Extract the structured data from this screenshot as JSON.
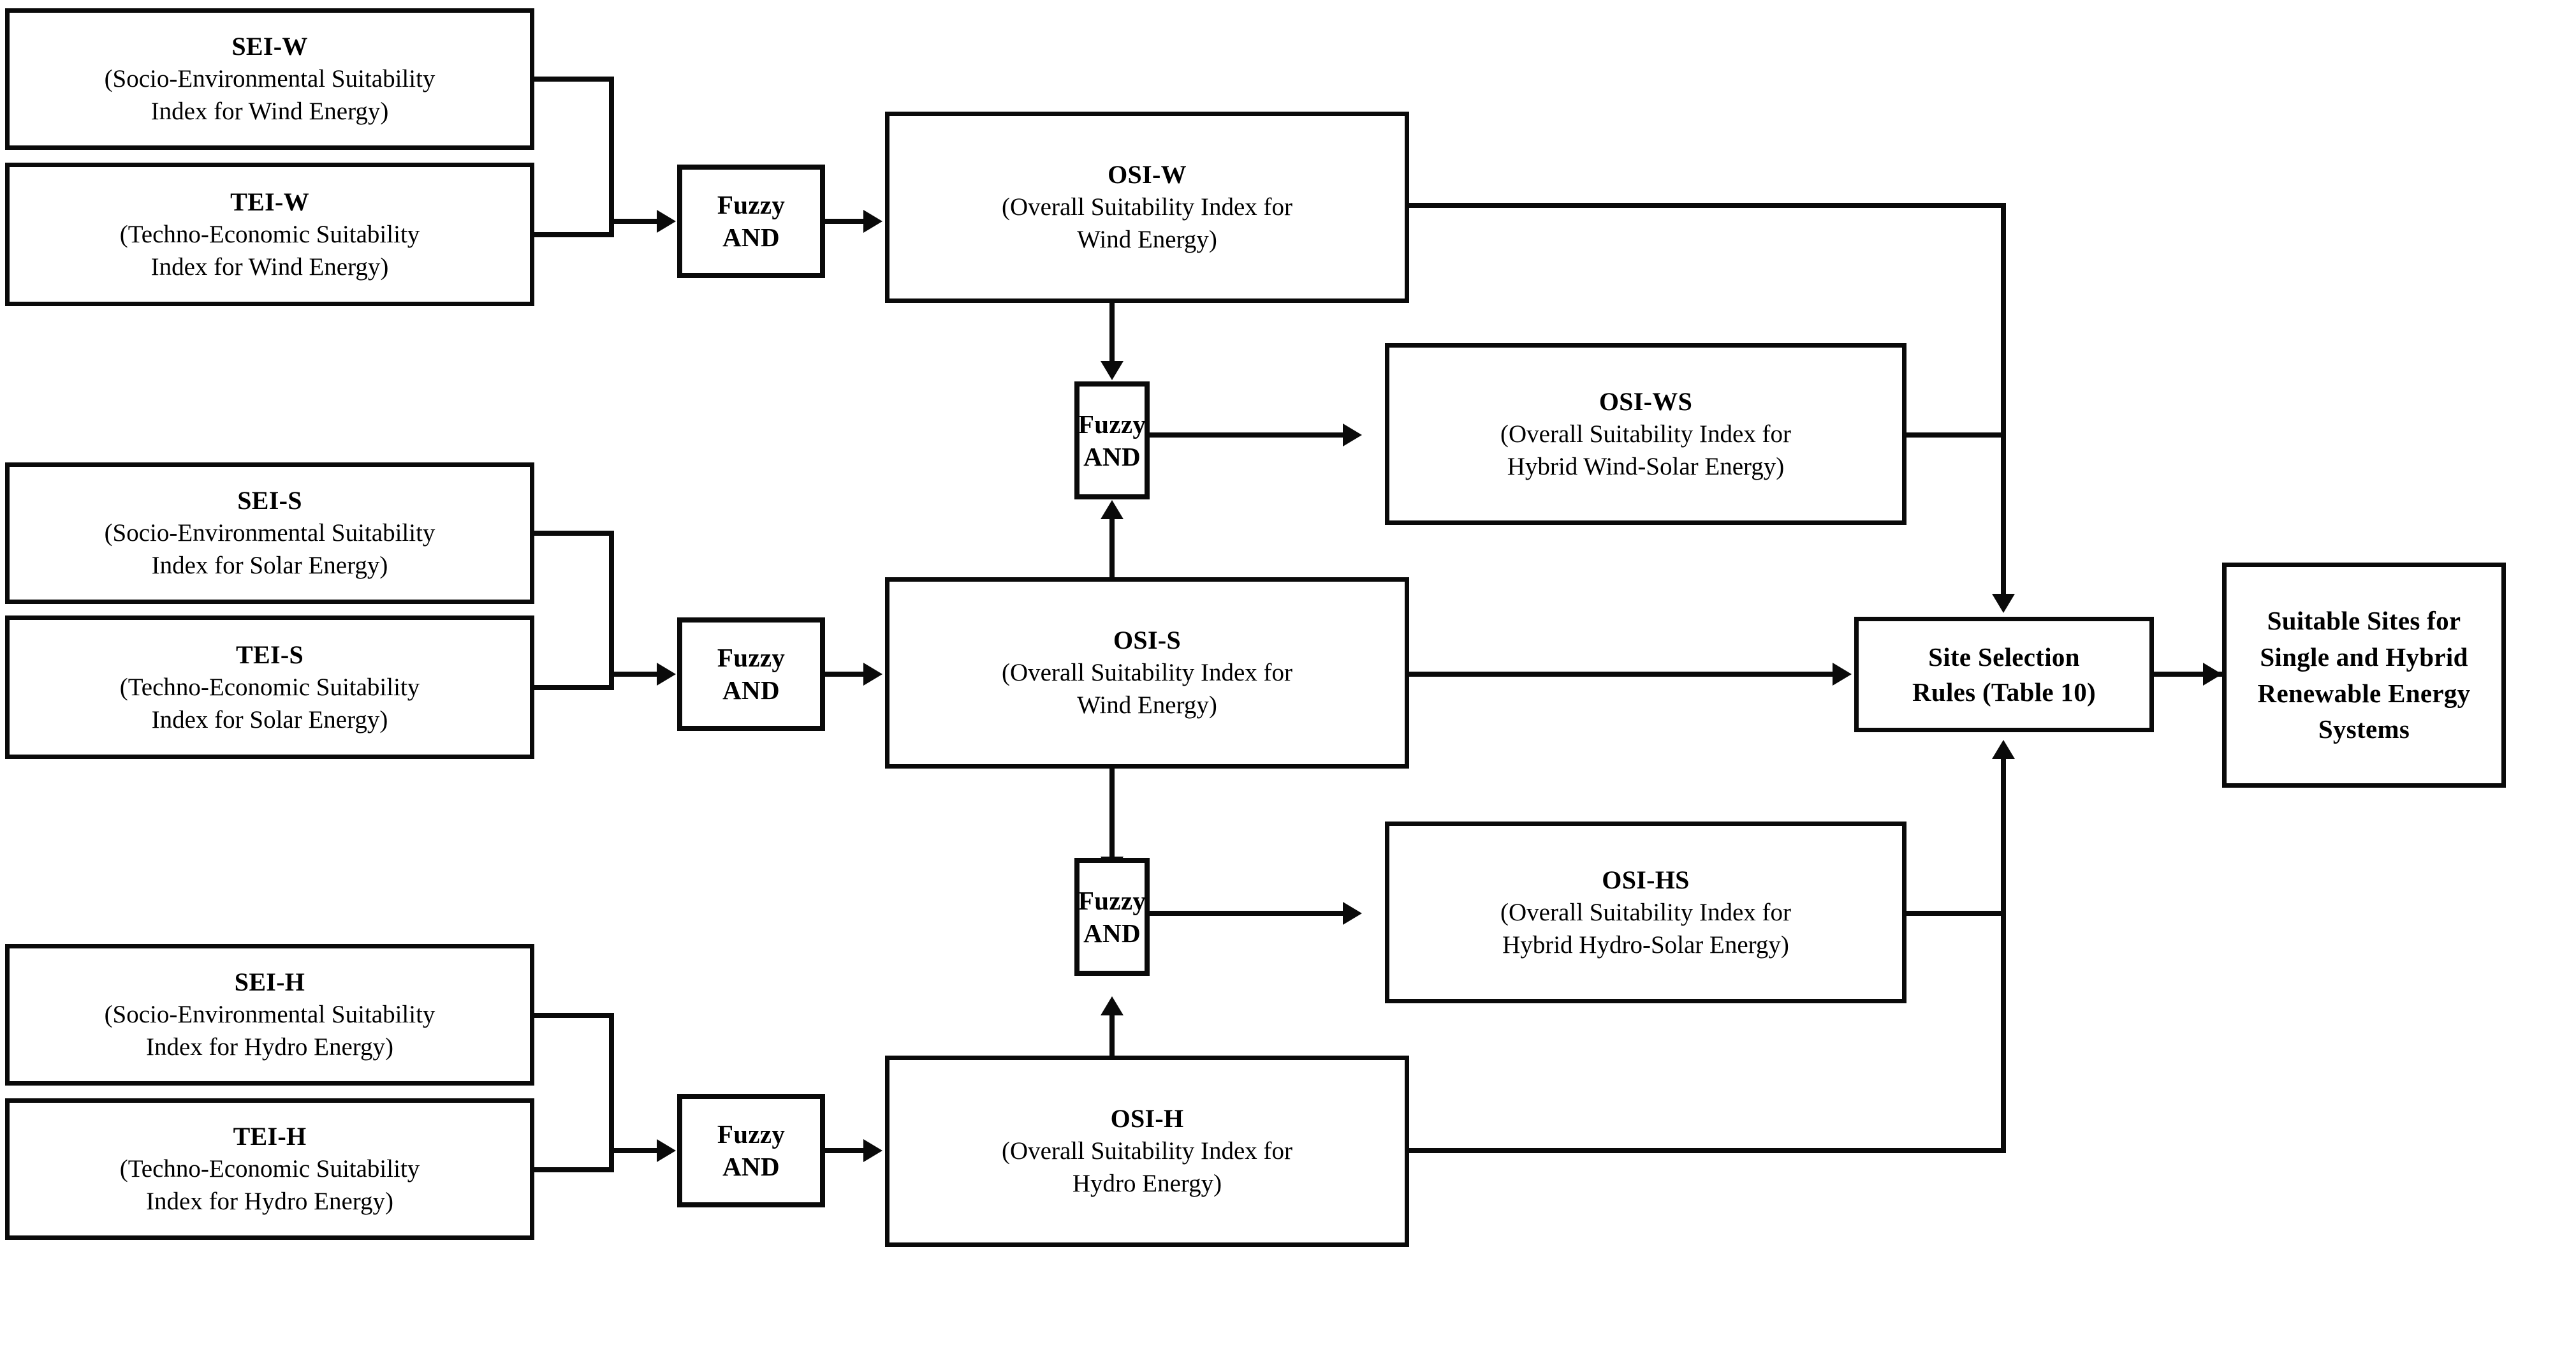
{
  "diagram": {
    "title": "Fuzzy overlay framework for single and hybrid renewable energy site selection",
    "stroke_color": "#0a0a0a",
    "background_color": "#ffffff",
    "nodes": {
      "sei_w": {
        "code": "SEI-W",
        "desc_line1": "(Socio-Environmental Suitability",
        "desc_line2": "Index for Wind Energy)"
      },
      "tei_w": {
        "code": "TEI-W",
        "desc_line1": "(Techno-Economic Suitability",
        "desc_line2": "Index for Wind Energy)"
      },
      "sei_s": {
        "code": "SEI-S",
        "desc_line1": "(Socio-Environmental Suitability",
        "desc_line2": "Index for Solar Energy)"
      },
      "tei_s": {
        "code": "TEI-S",
        "desc_line1": "(Techno-Economic Suitability",
        "desc_line2": "Index for Solar Energy)"
      },
      "sei_h": {
        "code": "SEI-H",
        "desc_line1": "(Socio-Environmental Suitability",
        "desc_line2": "Index for Hydro Energy)"
      },
      "tei_h": {
        "code": "TEI-H",
        "desc_line1": "(Techno-Economic Suitability",
        "desc_line2": "Index for Hydro Energy)"
      },
      "osi_w": {
        "code": "OSI-W",
        "desc_line1": "(Overall  Suitability  Index for",
        "desc_line2": "Wind Energy)"
      },
      "osi_s": {
        "code": "OSI-S",
        "desc_line1": "(Overall  Suitability  Index for",
        "desc_line2": "Wind Energy)"
      },
      "osi_h": {
        "code": "OSI-H",
        "desc_line1": "(Overall  Suitability  Index for",
        "desc_line2": "Hydro Energy)"
      },
      "osi_ws": {
        "code": "OSI-WS",
        "desc_line1": "(Overall  Suitability  Index for",
        "desc_line2": "Hybrid Wind-Solar Energy)"
      },
      "osi_hs": {
        "code": "OSI-HS",
        "desc_line1": "(Overall  Suitability  Index for",
        "desc_line2": "Hybrid Hydro-Solar Energy)"
      },
      "site_rules": {
        "line1": "Site Selection",
        "line2": "Rules (Table 10)"
      },
      "output": {
        "line1": "Suitable Sites for",
        "line2": "Single and Hybrid",
        "line3": "Renewable Energy",
        "line4": "Systems"
      }
    },
    "gates": {
      "wind": {
        "line1": "Fuzzy",
        "line2": "AND"
      },
      "solar": {
        "line1": "Fuzzy",
        "line2": "AND"
      },
      "hydro": {
        "line1": "Fuzzy",
        "line2": "AND"
      },
      "wind_solar": {
        "line1": "Fuzzy",
        "line2": "AND"
      },
      "hydro_solar": {
        "line1": "Fuzzy",
        "line2": "AND"
      }
    }
  }
}
